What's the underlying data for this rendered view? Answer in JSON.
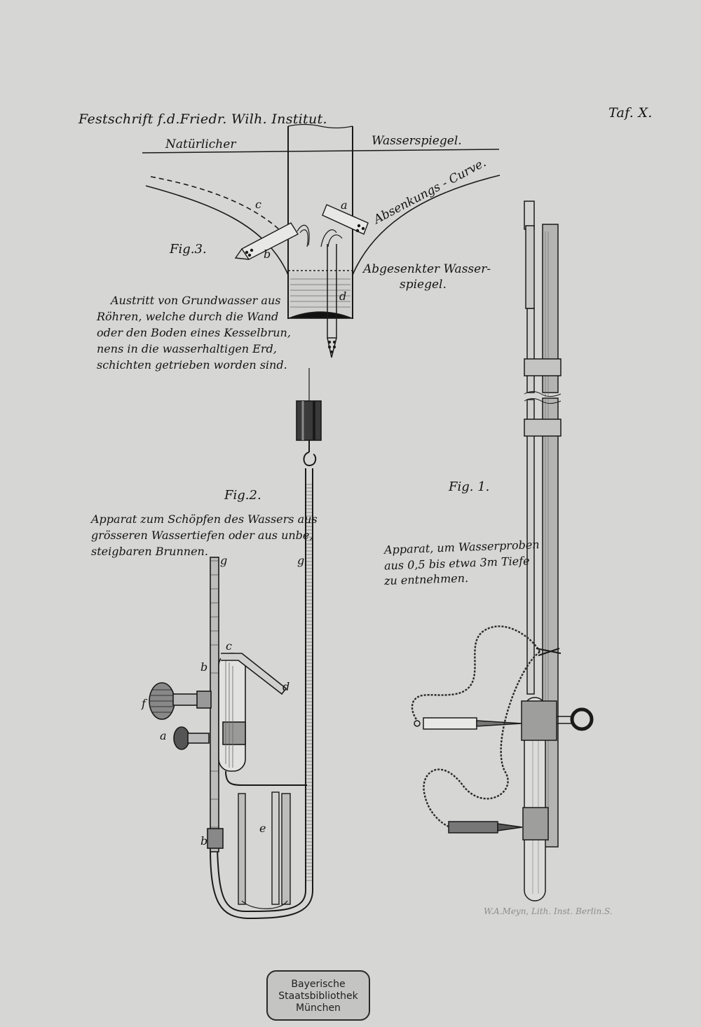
{
  "header": {
    "left": "Festschrift f.d.Friedr. Wilh. Institut.",
    "right": "Taf. X."
  },
  "fig3": {
    "title": "Fig.3.",
    "water_left": "Natürlicher",
    "water_right": "Wasserspiegel.",
    "curve_label": "Absenkungs - Curve.",
    "lowered_line1": "Abgesenkter Wasser-",
    "lowered_line2": "spiegel.",
    "letters": {
      "a": "a",
      "b": "b",
      "c": "c",
      "d": "d"
    },
    "caption": [
      "Austritt von Grundwasser aus",
      "Röhren, welche durch die Wand",
      "oder den Boden eines Kesselbrun,",
      "nens in die wasserhaltigen Erd,",
      "schichten getrieben worden sind."
    ]
  },
  "fig2": {
    "title": "Fig.2.",
    "caption": [
      "Apparat zum Schöpfen des Wassers aus",
      "grösseren Wassertiefen oder aus unbe,",
      "steigbaren Brunnen."
    ],
    "letters": {
      "g1": "g",
      "g2": "g",
      "c": "c",
      "b1": "b",
      "d": "d",
      "f": "f",
      "a": "a",
      "e": "e",
      "b2": "b"
    }
  },
  "fig1": {
    "title": "Fig. 1.",
    "caption": [
      "Apparat, um Wasserproben",
      "aus 0,5 bis etwa 3m Tiefe",
      "zu entnehmen."
    ]
  },
  "lithographer": "W.A.Meyn, Lith. Inst. Berlin.S.",
  "stamp": [
    "Bayerische",
    "Staatsbibliothek",
    "München"
  ]
}
